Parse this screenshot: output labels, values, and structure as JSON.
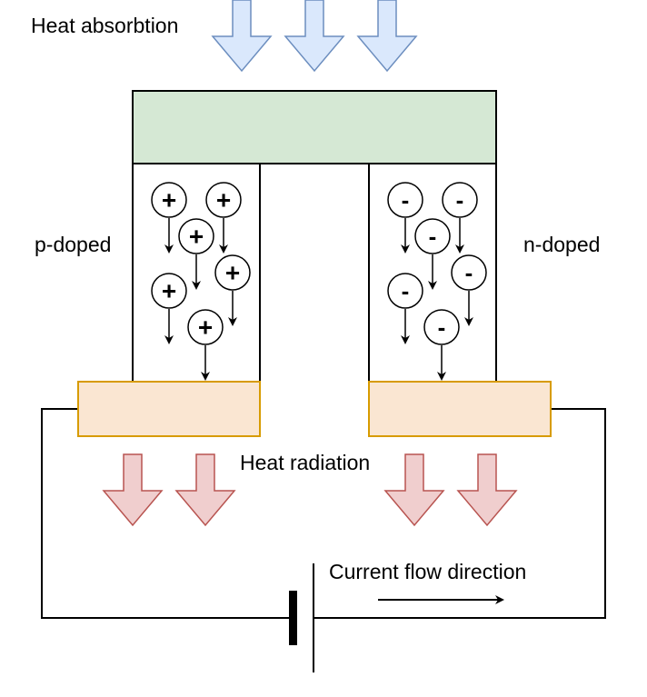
{
  "labels": {
    "heat_absorption": "Heat absorbtion",
    "heat_radiation": "Heat radiation",
    "p_doped": "p-doped",
    "n_doped": "n-doped",
    "current_flow": "Current flow direction"
  },
  "carriers": {
    "p_symbol": "+",
    "n_symbol": "-"
  },
  "colors": {
    "absorb_arrow_fill": "#dae8fc",
    "absorb_arrow_stroke": "#6c8ebf",
    "top_plate_fill": "#d5e8d4",
    "bottom_plate_fill": "#fae6d2",
    "bottom_plate_stroke": "#d79b00",
    "radiate_arrow_fill": "#f0cece",
    "radiate_arrow_stroke": "#b85450"
  }
}
